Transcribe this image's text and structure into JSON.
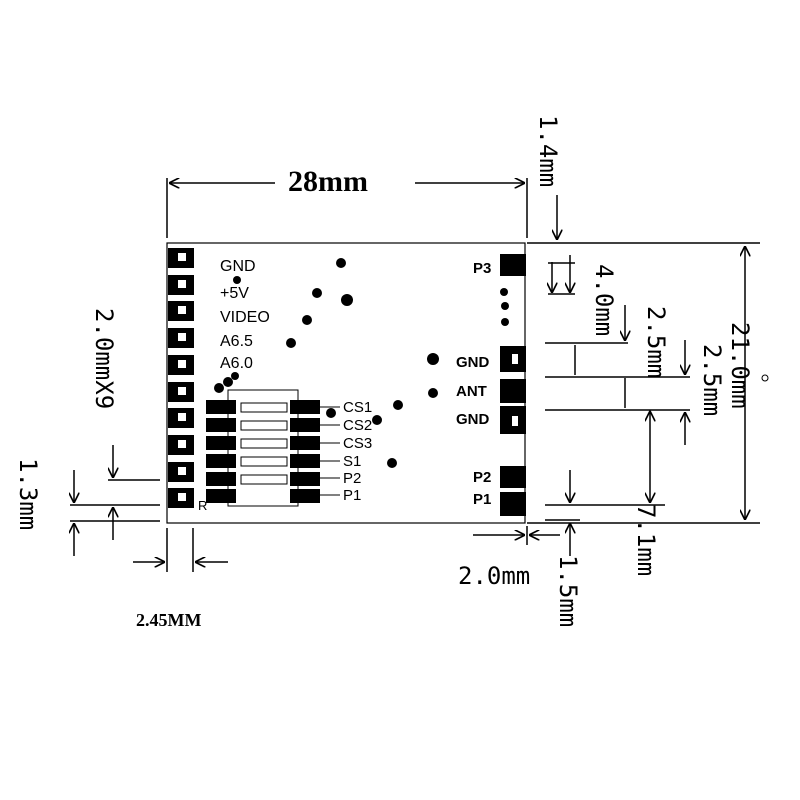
{
  "board": {
    "width_label": "28mm",
    "left_pins": [
      "GND",
      "+5V",
      "VIDEO",
      "A6.5",
      "A6.0"
    ],
    "right_pins": [
      "P3",
      "GND",
      "ANT",
      "GND",
      "P2",
      "P1"
    ],
    "chip_pins": [
      "CS1",
      "CS2",
      "CS3",
      "S1",
      "P2",
      "P1"
    ],
    "corner_mark": "R"
  },
  "dimensions": {
    "pitch_left": "2.0mmX9",
    "left_offset": "1.3mm",
    "left_margin": "2.45MM",
    "right_offset": "2.0mm",
    "top_offset": "1.4mm",
    "p3_pad": "4.0mm",
    "gnd_gap": "2.5mm",
    "ant_gap": "2.5mm",
    "height": "21.0mm",
    "p1_offset": "7.1mm",
    "bottom_offset": "1.5mm"
  },
  "colors": {
    "ink": "#000000",
    "board": "#ffffff"
  }
}
